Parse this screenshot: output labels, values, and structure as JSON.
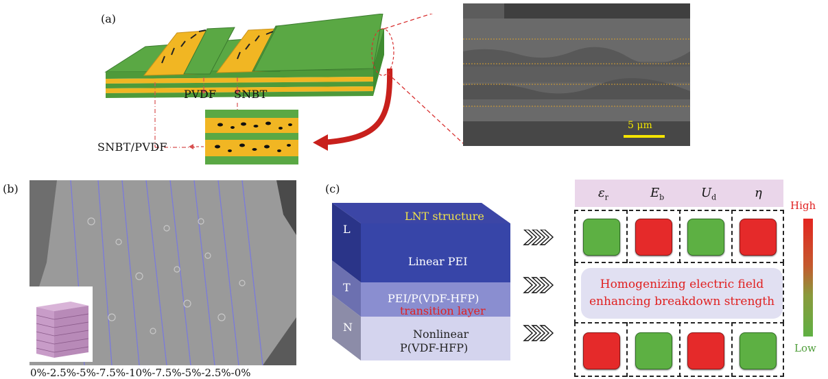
{
  "panels": {
    "a": {
      "label": "(a)",
      "pvdf": "PVDF",
      "snbt": "SNBT",
      "composite": "SNBT/PVDF",
      "scale_bar": "5 μm"
    },
    "b": {
      "label": "(b)",
      "sequence": "0%-2.5%-5%-7.5%-10%-7.5%-5%-2.5%-0%"
    },
    "c": {
      "label": "(c)",
      "structure": "LNT structure",
      "layers": [
        {
          "letter": "L",
          "name": "Linear PEI"
        },
        {
          "letter": "T",
          "name": "PEI/P(VDF-HFP)",
          "sub": "transition layer"
        },
        {
          "letter": "N",
          "name": "Nonlinear",
          "name2": "P(VDF-HFP)"
        }
      ],
      "headers": [
        "ε",
        "E",
        "U",
        "η"
      ],
      "header_subs": [
        "r",
        "b",
        "d",
        ""
      ],
      "homogenize": [
        "Homogenizing electric field",
        "enhancing breakdown strength"
      ],
      "scale_high": "High",
      "scale_low": "Low",
      "colors": {
        "high": "#e52a2a",
        "low": "#5db043"
      },
      "rows": [
        [
          "low",
          "high",
          "low",
          "high"
        ],
        [
          "high",
          "low",
          "high",
          "low"
        ]
      ]
    }
  }
}
